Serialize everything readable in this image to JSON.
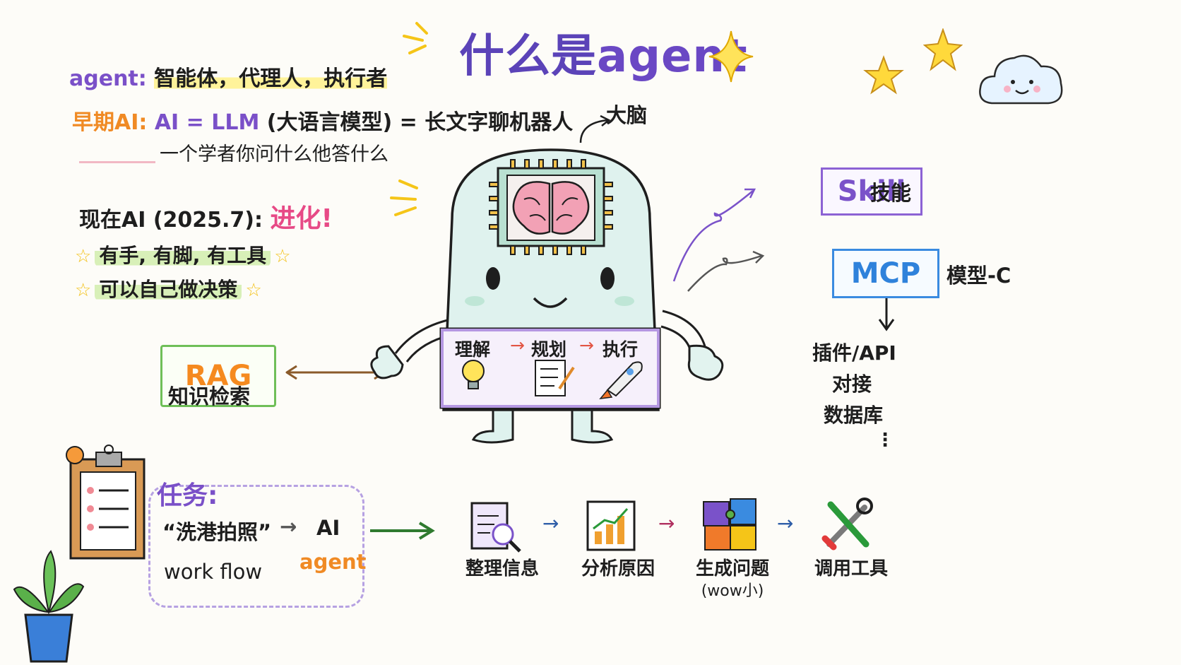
{
  "title": {
    "prefix": "什么是",
    "word": "agent"
  },
  "definition": {
    "term": "agent",
    "colon": ":",
    "text": "智能体，代理人，执行者"
  },
  "early": {
    "label": "早期AI",
    "colon": ":",
    "formula_a": "AI = LLM",
    "formula_b": "(大语言模型) = 长文字聊机器人",
    "note": "一个学者你问什么他答什么"
  },
  "now": {
    "label": "现在AI (2025.7):",
    "evolve": "进化!",
    "points": [
      "有手, 有脚, 有工具",
      "可以自己做决策"
    ]
  },
  "brain_label": "大脑",
  "robot_panel": {
    "steps": [
      "理解",
      "规划",
      "执行"
    ]
  },
  "rag": {
    "label": "RAG",
    "caption": "知识检索"
  },
  "skill": {
    "label": "Skill",
    "caption": "技能"
  },
  "mcp": {
    "label": "MCP",
    "caption": "模型-C",
    "items": [
      "插件/API",
      "对接",
      "数据库"
    ],
    "more": "⋮"
  },
  "task": {
    "header": "任务:",
    "quote": "“洗港拍照”",
    "arrow": "→",
    "ai": "AI",
    "workflow": "work flow",
    "agent": "agent"
  },
  "flow": {
    "steps": [
      {
        "label": "整理信息",
        "sub": ""
      },
      {
        "label": "分析原因",
        "sub": ""
      },
      {
        "label": "生成问题",
        "sub": "(wow小)"
      },
      {
        "label": "调用工具",
        "sub": ""
      }
    ]
  },
  "colors": {
    "purple": "#7a50c8",
    "orange": "#f08a24",
    "green": "#6fbf58",
    "blue": "#2f82db",
    "robot": "#dff2ee"
  }
}
